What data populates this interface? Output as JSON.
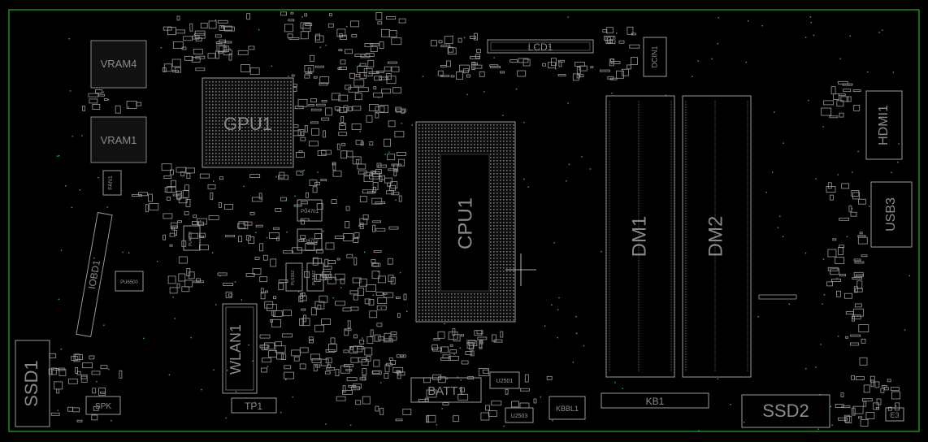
{
  "colors": {
    "background": "#000000",
    "board_outline": "#1e8c1e",
    "silkscreen": "#9a9a9a",
    "label": "#8a8a8a",
    "via": "#3aa6b8",
    "crosshair": "#ffffff"
  },
  "components": {
    "vram4": "VRAM4",
    "vram1": "VRAM1",
    "gpu1": "GPU1",
    "fan1": "FAN1",
    "iobd1": "IOBD1",
    "pu6500": "PU6500",
    "pu4701": "PU4701",
    "pu4702": "PU4702",
    "pu1902": "PU1902",
    "pu1802": "PU1802",
    "pu4802": "PU4802",
    "wlan1": "WLAN1",
    "tp1": "TP1",
    "ssd1": "SSD1",
    "spk": "SPK",
    "lcd1": "LCD1",
    "dcin1": "DCIN1",
    "cpu1": "CPU1",
    "batt1": "BATT1",
    "u2501": "U2501",
    "u2503": "U2503",
    "kbbl1": "KBBL1",
    "kb1": "KB1",
    "dm1": "DM1",
    "dm2": "DM2",
    "hdmi1": "HDMI1",
    "usb3": "USB3",
    "ssd2": "SSD2",
    "e3": "E3"
  }
}
